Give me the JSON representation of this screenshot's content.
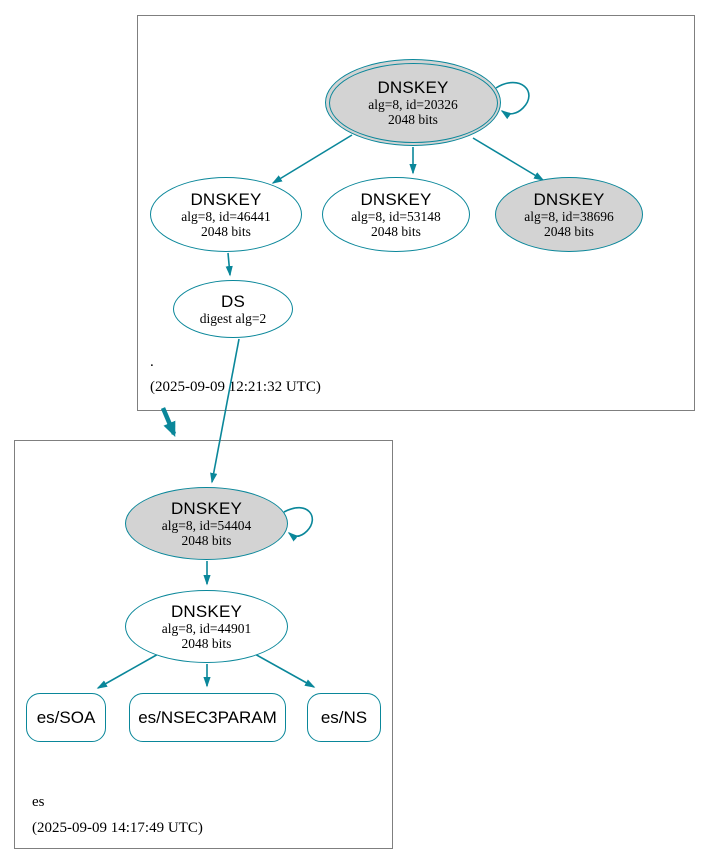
{
  "colors": {
    "edge_teal": "#0a879a",
    "node_border_teal": "#0a879a",
    "gray_node_fill": "#d3d3d3",
    "white_node_fill": "#ffffff",
    "cluster_border_gray": "#7f7f7f"
  },
  "root_zone": {
    "label": ".",
    "timestamp": "(2025-09-09 12:21:32 UTC)",
    "ksk": {
      "title": "DNSKEY",
      "detail": "alg=8, id=20326",
      "bits": "2048 bits"
    },
    "zsk_left": {
      "title": "DNSKEY",
      "detail": "alg=8, id=46441",
      "bits": "2048 bits"
    },
    "zsk_mid": {
      "title": "DNSKEY",
      "detail": "alg=8, id=53148",
      "bits": "2048 bits"
    },
    "zsk_right": {
      "title": "DNSKEY",
      "detail": "alg=8, id=38696",
      "bits": "2048 bits"
    },
    "ds": {
      "title": "DS",
      "detail": "digest alg=2"
    }
  },
  "es_zone": {
    "label": "es",
    "timestamp": "(2025-09-09 14:17:49 UTC)",
    "ksk": {
      "title": "DNSKEY",
      "detail": "alg=8, id=54404",
      "bits": "2048 bits"
    },
    "zsk": {
      "title": "DNSKEY",
      "detail": "alg=8, id=44901",
      "bits": "2048 bits"
    },
    "rrsets": [
      {
        "label": "es/SOA"
      },
      {
        "label": "es/NSEC3PARAM"
      },
      {
        "label": "es/NS"
      }
    ]
  }
}
